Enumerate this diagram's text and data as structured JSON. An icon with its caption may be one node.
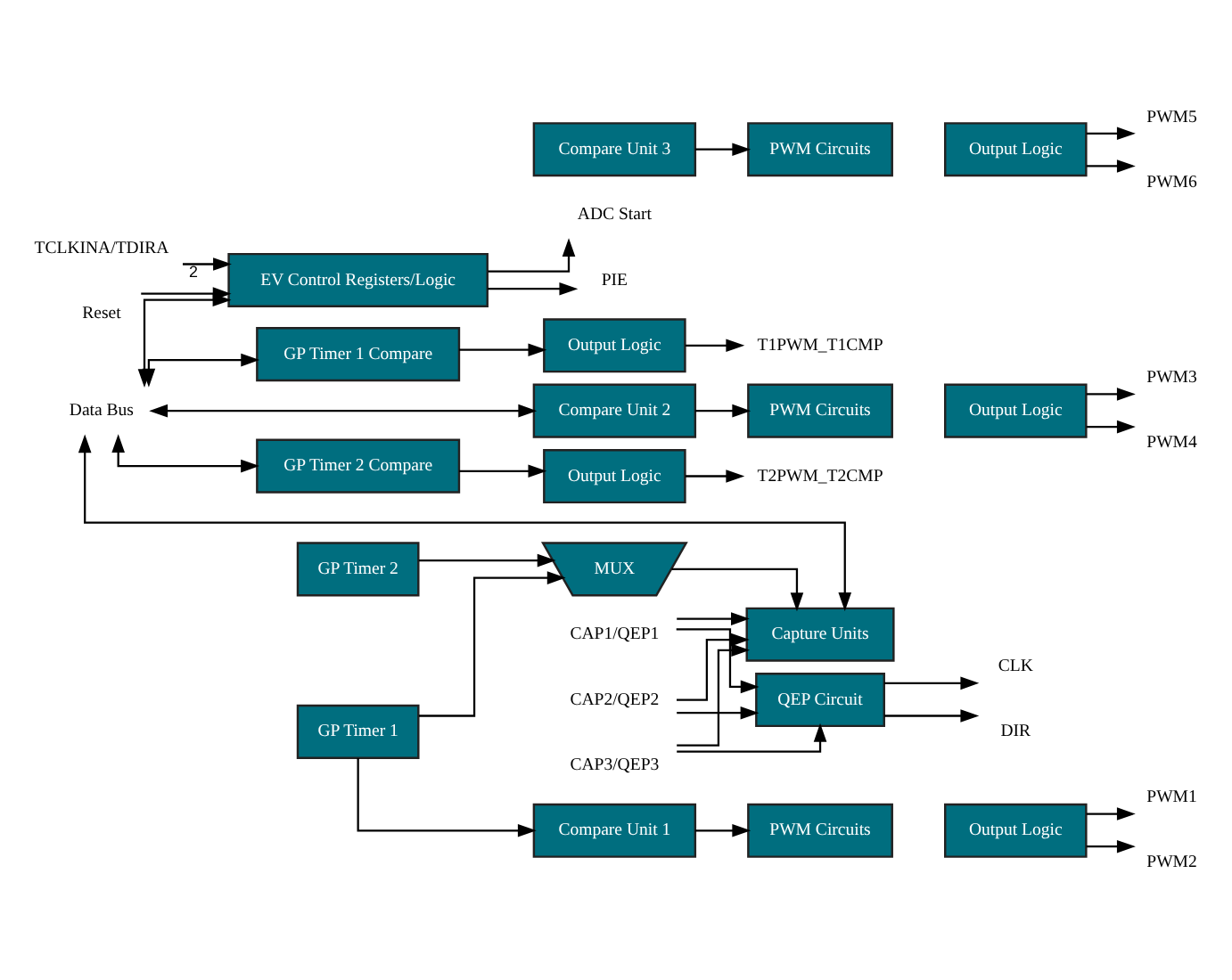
{
  "diagram": {
    "nodes": [
      {
        "text": [
          "Data Bus"
        ]
      },
      {
        "text": [
          "Reset"
        ]
      },
      {
        "text": [
          "PIE"
        ]
      },
      {
        "text": [
          "EV Control Registers/Logic"
        ]
      },
      {
        "text": [
          "TCLKINA/TDIRA"
        ]
      },
      {
        "text": [
          "ADC Start"
        ]
      },
      {
        "text": [
          "GP Timer 1 Compare"
        ]
      },
      {
        "text": [
          "GP Timer 1"
        ]
      },
      {
        "text": [
          "Output Logic"
        ]
      },
      {
        "text": [
          "T1PWM_T1CMP"
        ]
      },
      {
        "text": [
          "Compare Unit 1"
        ]
      },
      {
        "text": [
          "Compare Unit 2"
        ]
      },
      {
        "text": [
          "Compare Unit 3"
        ]
      },
      {
        "text": [
          "PWM Circuits"
        ]
      },
      {
        "text": [
          "Output Logic"
        ]
      },
      {
        "text": [
          "PWM Circuits"
        ]
      },
      {
        "text": [
          "Output Logic"
        ]
      },
      {
        "text": [
          "PWM Circuits"
        ]
      },
      {
        "text": [
          "Output Logic"
        ]
      },
      {
        "text": [
          "PWM1"
        ]
      },
      {
        "text": [
          "PWM2"
        ]
      },
      {
        "text": [
          "PWM3"
        ]
      },
      {
        "text": [
          "PWM4"
        ]
      },
      {
        "text": [
          "PWM5"
        ]
      },
      {
        "text": [
          "PWM6"
        ]
      },
      {
        "text": [
          "GP Timer 2 Compare"
        ]
      },
      {
        "text": [
          "GP Timer 2"
        ]
      },
      {
        "text": [
          "Output Logic"
        ]
      },
      {
        "text": [
          "T2PWM_T2CMP"
        ]
      },
      {
        "text": [
          "MUX"
        ]
      },
      {
        "text": [
          "QEP Circuit"
        ]
      },
      {
        "text": [
          "CLK"
        ]
      },
      {
        "text": [
          "DIR"
        ]
      },
      {
        "text": [
          "Capture Units"
        ]
      },
      {
        "text": [
          "CAP1/QEP1"
        ]
      },
      {
        "text": [
          "CAP2/QEP2"
        ]
      },
      {
        "text": [
          "CAP3/QEP3"
        ]
      }
    ],
    "edges": [
      {
        "from": 1,
        "to": 3,
        "arrow": "to"
      },
      {
        "from": 3,
        "to": 2,
        "arrow": "to"
      },
      {
        "from": 4,
        "to": 3,
        "arrow": "to",
        "label": "2"
      },
      {
        "from": 3,
        "to": 5,
        "arrow": "to"
      },
      {
        "from": 0,
        "to": 3,
        "arrow": "both"
      },
      {
        "from": 0,
        "to": 6,
        "arrow": "both"
      },
      {
        "from": 6,
        "to": 8,
        "arrow": "to"
      },
      {
        "from": 8,
        "to": 9,
        "arrow": "to"
      },
      {
        "from": 7,
        "to": 10,
        "arrow": "to"
      },
      {
        "from": 7,
        "to": 29,
        "arrow": "to"
      },
      {
        "from": 0,
        "to": 11,
        "arrow": "both"
      },
      {
        "from": 10,
        "to": 13,
        "arrow": "to"
      },
      {
        "from": 11,
        "to": 15,
        "arrow": "to"
      },
      {
        "from": 12,
        "to": 17,
        "arrow": "to"
      },
      {
        "from": 14,
        "to": 19,
        "arrow": "to"
      },
      {
        "from": 14,
        "to": 20,
        "arrow": "to"
      },
      {
        "from": 16,
        "to": 21,
        "arrow": "to"
      },
      {
        "from": 16,
        "to": 22,
        "arrow": "to"
      },
      {
        "from": 18,
        "to": 23,
        "arrow": "to"
      },
      {
        "from": 18,
        "to": 24,
        "arrow": "to"
      },
      {
        "from": 0,
        "to": 25,
        "arrow": "both"
      },
      {
        "from": 25,
        "to": 27,
        "arrow": "to"
      },
      {
        "from": 27,
        "to": 28,
        "arrow": "to"
      },
      {
        "from": 26,
        "to": 29,
        "arrow": "to"
      },
      {
        "from": 29,
        "to": 33,
        "arrow": "to"
      },
      {
        "from": 0,
        "to": 33,
        "arrow": "both"
      },
      {
        "from": 30,
        "to": 31,
        "arrow": "to"
      },
      {
        "from": 30,
        "to": 32,
        "arrow": "to"
      },
      {
        "from": 34,
        "to": 33,
        "arrow": "to"
      },
      {
        "from": 35,
        "to": 33,
        "arrow": "to"
      },
      {
        "from": 36,
        "to": 33,
        "arrow": "to"
      },
      {
        "from": 34,
        "to": 30,
        "arrow": "to"
      },
      {
        "from": 35,
        "to": 30,
        "arrow": "to"
      },
      {
        "from": 36,
        "to": 30,
        "arrow": "to"
      }
    ]
  }
}
